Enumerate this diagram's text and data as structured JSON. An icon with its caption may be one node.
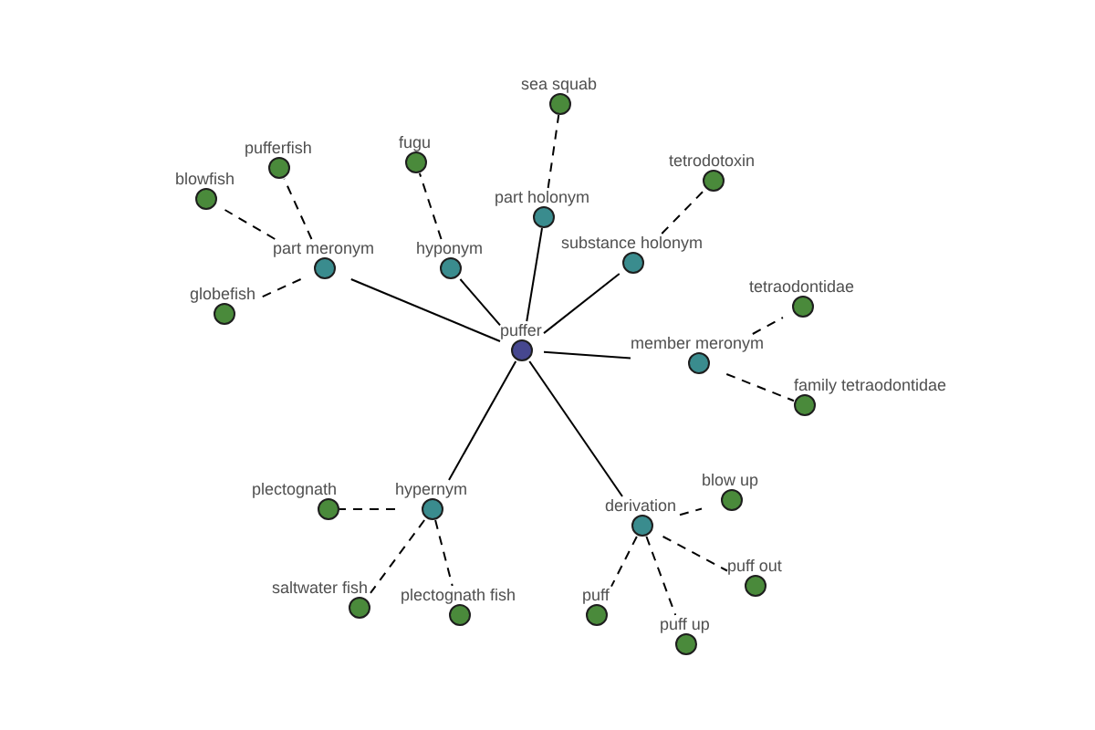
{
  "diagram": {
    "nodes": [
      {
        "text": [
          "puffer"
        ]
      },
      {
        "text": [
          "part meronym"
        ]
      },
      {
        "text": [
          "hyponym"
        ]
      },
      {
        "text": [
          "part holonym"
        ]
      },
      {
        "text": [
          "substance holonym"
        ]
      },
      {
        "text": [
          "member meronym"
        ]
      },
      {
        "text": [
          "derivation"
        ]
      },
      {
        "text": [
          "hypernym"
        ]
      },
      {
        "text": [
          "pufferfish"
        ]
      },
      {
        "text": [
          "blowfish"
        ]
      },
      {
        "text": [
          "globefish"
        ]
      },
      {
        "text": [
          "fugu"
        ]
      },
      {
        "text": [
          "sea squab"
        ]
      },
      {
        "text": [
          "tetrodotoxin"
        ]
      },
      {
        "text": [
          "tetraodontidae"
        ]
      },
      {
        "text": [
          "family tetraodontidae"
        ]
      },
      {
        "text": [
          "blow up"
        ]
      },
      {
        "text": [
          "puff out"
        ]
      },
      {
        "text": [
          "puff up"
        ]
      },
      {
        "text": [
          "puff"
        ]
      },
      {
        "text": [
          "plectognath"
        ]
      },
      {
        "text": [
          "saltwater fish"
        ]
      },
      {
        "text": [
          "plectognath fish"
        ]
      }
    ],
    "edges": [
      {
        "from": 0,
        "to": 1,
        "arrow": "none"
      },
      {
        "from": 0,
        "to": 2,
        "arrow": "none"
      },
      {
        "from": 0,
        "to": 3,
        "arrow": "none"
      },
      {
        "from": 0,
        "to": 4,
        "arrow": "none"
      },
      {
        "from": 0,
        "to": 5,
        "arrow": "none"
      },
      {
        "from": 0,
        "to": 6,
        "arrow": "none"
      },
      {
        "from": 0,
        "to": 7,
        "arrow": "none"
      },
      {
        "from": 1,
        "to": 8,
        "arrow": "none",
        "style": "dashed"
      },
      {
        "from": 1,
        "to": 9,
        "arrow": "none",
        "style": "dashed"
      },
      {
        "from": 1,
        "to": 10,
        "arrow": "none",
        "style": "dashed"
      },
      {
        "from": 2,
        "to": 11,
        "arrow": "none",
        "style": "dashed"
      },
      {
        "from": 3,
        "to": 12,
        "arrow": "none",
        "style": "dashed"
      },
      {
        "from": 4,
        "to": 13,
        "arrow": "none",
        "style": "dashed"
      },
      {
        "from": 5,
        "to": 14,
        "arrow": "none",
        "style": "dashed"
      },
      {
        "from": 5,
        "to": 15,
        "arrow": "none",
        "style": "dashed"
      },
      {
        "from": 6,
        "to": 16,
        "arrow": "none",
        "style": "dashed"
      },
      {
        "from": 6,
        "to": 17,
        "arrow": "none",
        "style": "dashed"
      },
      {
        "from": 6,
        "to": 18,
        "arrow": "none",
        "style": "dashed"
      },
      {
        "from": 6,
        "to": 19,
        "arrow": "none",
        "style": "dashed"
      },
      {
        "from": 7,
        "to": 20,
        "arrow": "none",
        "style": "dashed"
      },
      {
        "from": 7,
        "to": 21,
        "arrow": "none",
        "style": "dashed"
      },
      {
        "from": 7,
        "to": 22,
        "arrow": "none",
        "style": "dashed"
      }
    ]
  }
}
